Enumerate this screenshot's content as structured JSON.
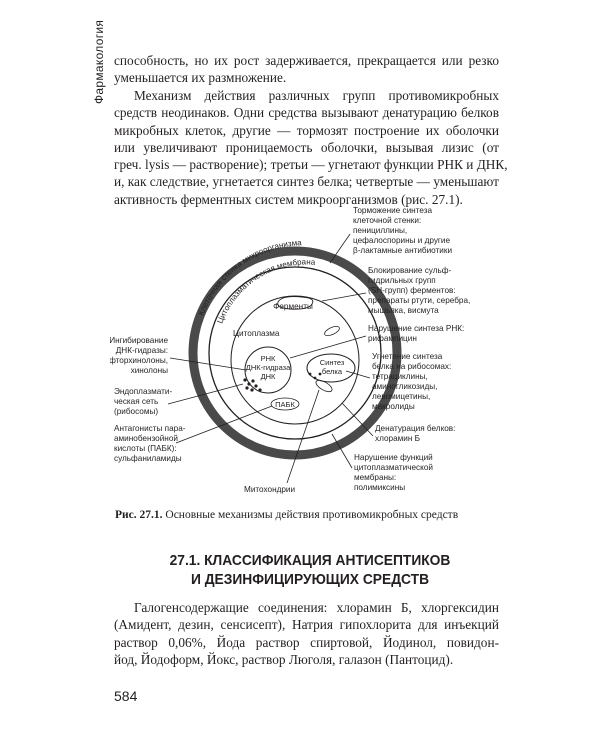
{
  "side_tab": "Фармакология",
  "page_number": "584",
  "paragraph1": [
    "способность, но их рост задерживается, прекращается или резко",
    "уменьшается их размножение."
  ],
  "paragraph2": [
    "Механизм действия различных групп противомикробных",
    "средств неодинаков. Одни средства вызывают денатурацию белков",
    "микробных клеток, другие — тормозят построение их оболочки",
    "или увеличивают проницаемость оболочки, вызывая лизис (от",
    "греч. lysis — растворение); третьи — угнетают функции РНК и ДНК,",
    "и, как следствие, угнетается синтез белка; четвертые — уменьшают",
    "активность ферментных систем микроорганизмов (рис. 27.1)."
  ],
  "figure": {
    "ring_outer_label": "Клеточная стенка микроорганизма",
    "ring_inner_label": "Цитоплазматическая мембрана",
    "inner": {
      "enzymes": "Ферменты",
      "cytoplasm": "Цитоплазма",
      "nucleus_lines": [
        "РНК",
        "ДНК-гидраза",
        "ДНК"
      ],
      "protein_synth_lines": [
        "Синтез",
        "белка"
      ],
      "pabk": "ПАБК"
    },
    "labels": {
      "cell_wall_synth": [
        "Торможение синтеза",
        "клеточной стенки:",
        "пенициллины,",
        "цефалоспорины и другие",
        "β-лактамные антибиотики"
      ],
      "sh_block": [
        "Блокирование сульф-",
        "гидрильных групп",
        "(SH-групп) ферментов:",
        "препараты ртути, серебра,",
        "мышьяка, висмута"
      ],
      "rna_synth": [
        "Нарушение синтеза РНК:",
        "рифампицин"
      ],
      "ribosome_synth": [
        "Угнетение синтеза",
        "белка на рибосомах:",
        "тетрациклины,",
        "аминогликозиды,",
        "левомицетины,",
        "макролиды"
      ],
      "denaturation": [
        "Денатурация белков:",
        "хлорамин Б"
      ],
      "membrane": [
        "Нарушение функций",
        "цитоплазматической",
        "мембраны:",
        "полимиксины"
      ],
      "mitochondria": [
        "Митохондрии"
      ],
      "dna_gyrase": [
        "Ингибирование",
        "ДНК-гидразы:",
        "фторхинолоны,",
        "хинолоны"
      ],
      "er": [
        "Эндоплазмати-",
        "ческая сеть",
        "(рибосомы)"
      ],
      "paba": [
        "Антагонисты пара-",
        "аминобензойной",
        "кислоты (ПАБК):",
        "сульфаниламиды"
      ]
    }
  },
  "caption": {
    "label": "Рис. 27.1.",
    "text": "Основные механизмы действия противомикробных средств"
  },
  "section_heading": [
    "27.1. КЛАССИФИКАЦИЯ АНТИСЕПТИКОВ",
    "И ДЕЗИНФИЦИРУЮЩИХ СРЕДСТВ"
  ],
  "paragraph3": [
    "Галогенсодержащие соединения: хлорамин Б, хлоргексидин",
    "(Амидент, дезин, сенсисепт), Натрия гипохлорита для инъекций",
    "раствор 0,06%, Йода раствор спиртовой, Йодинол, повидон-",
    "йод, Йодоформ, Йокс, раствор Люголя, галазон (Пантоцид)."
  ]
}
